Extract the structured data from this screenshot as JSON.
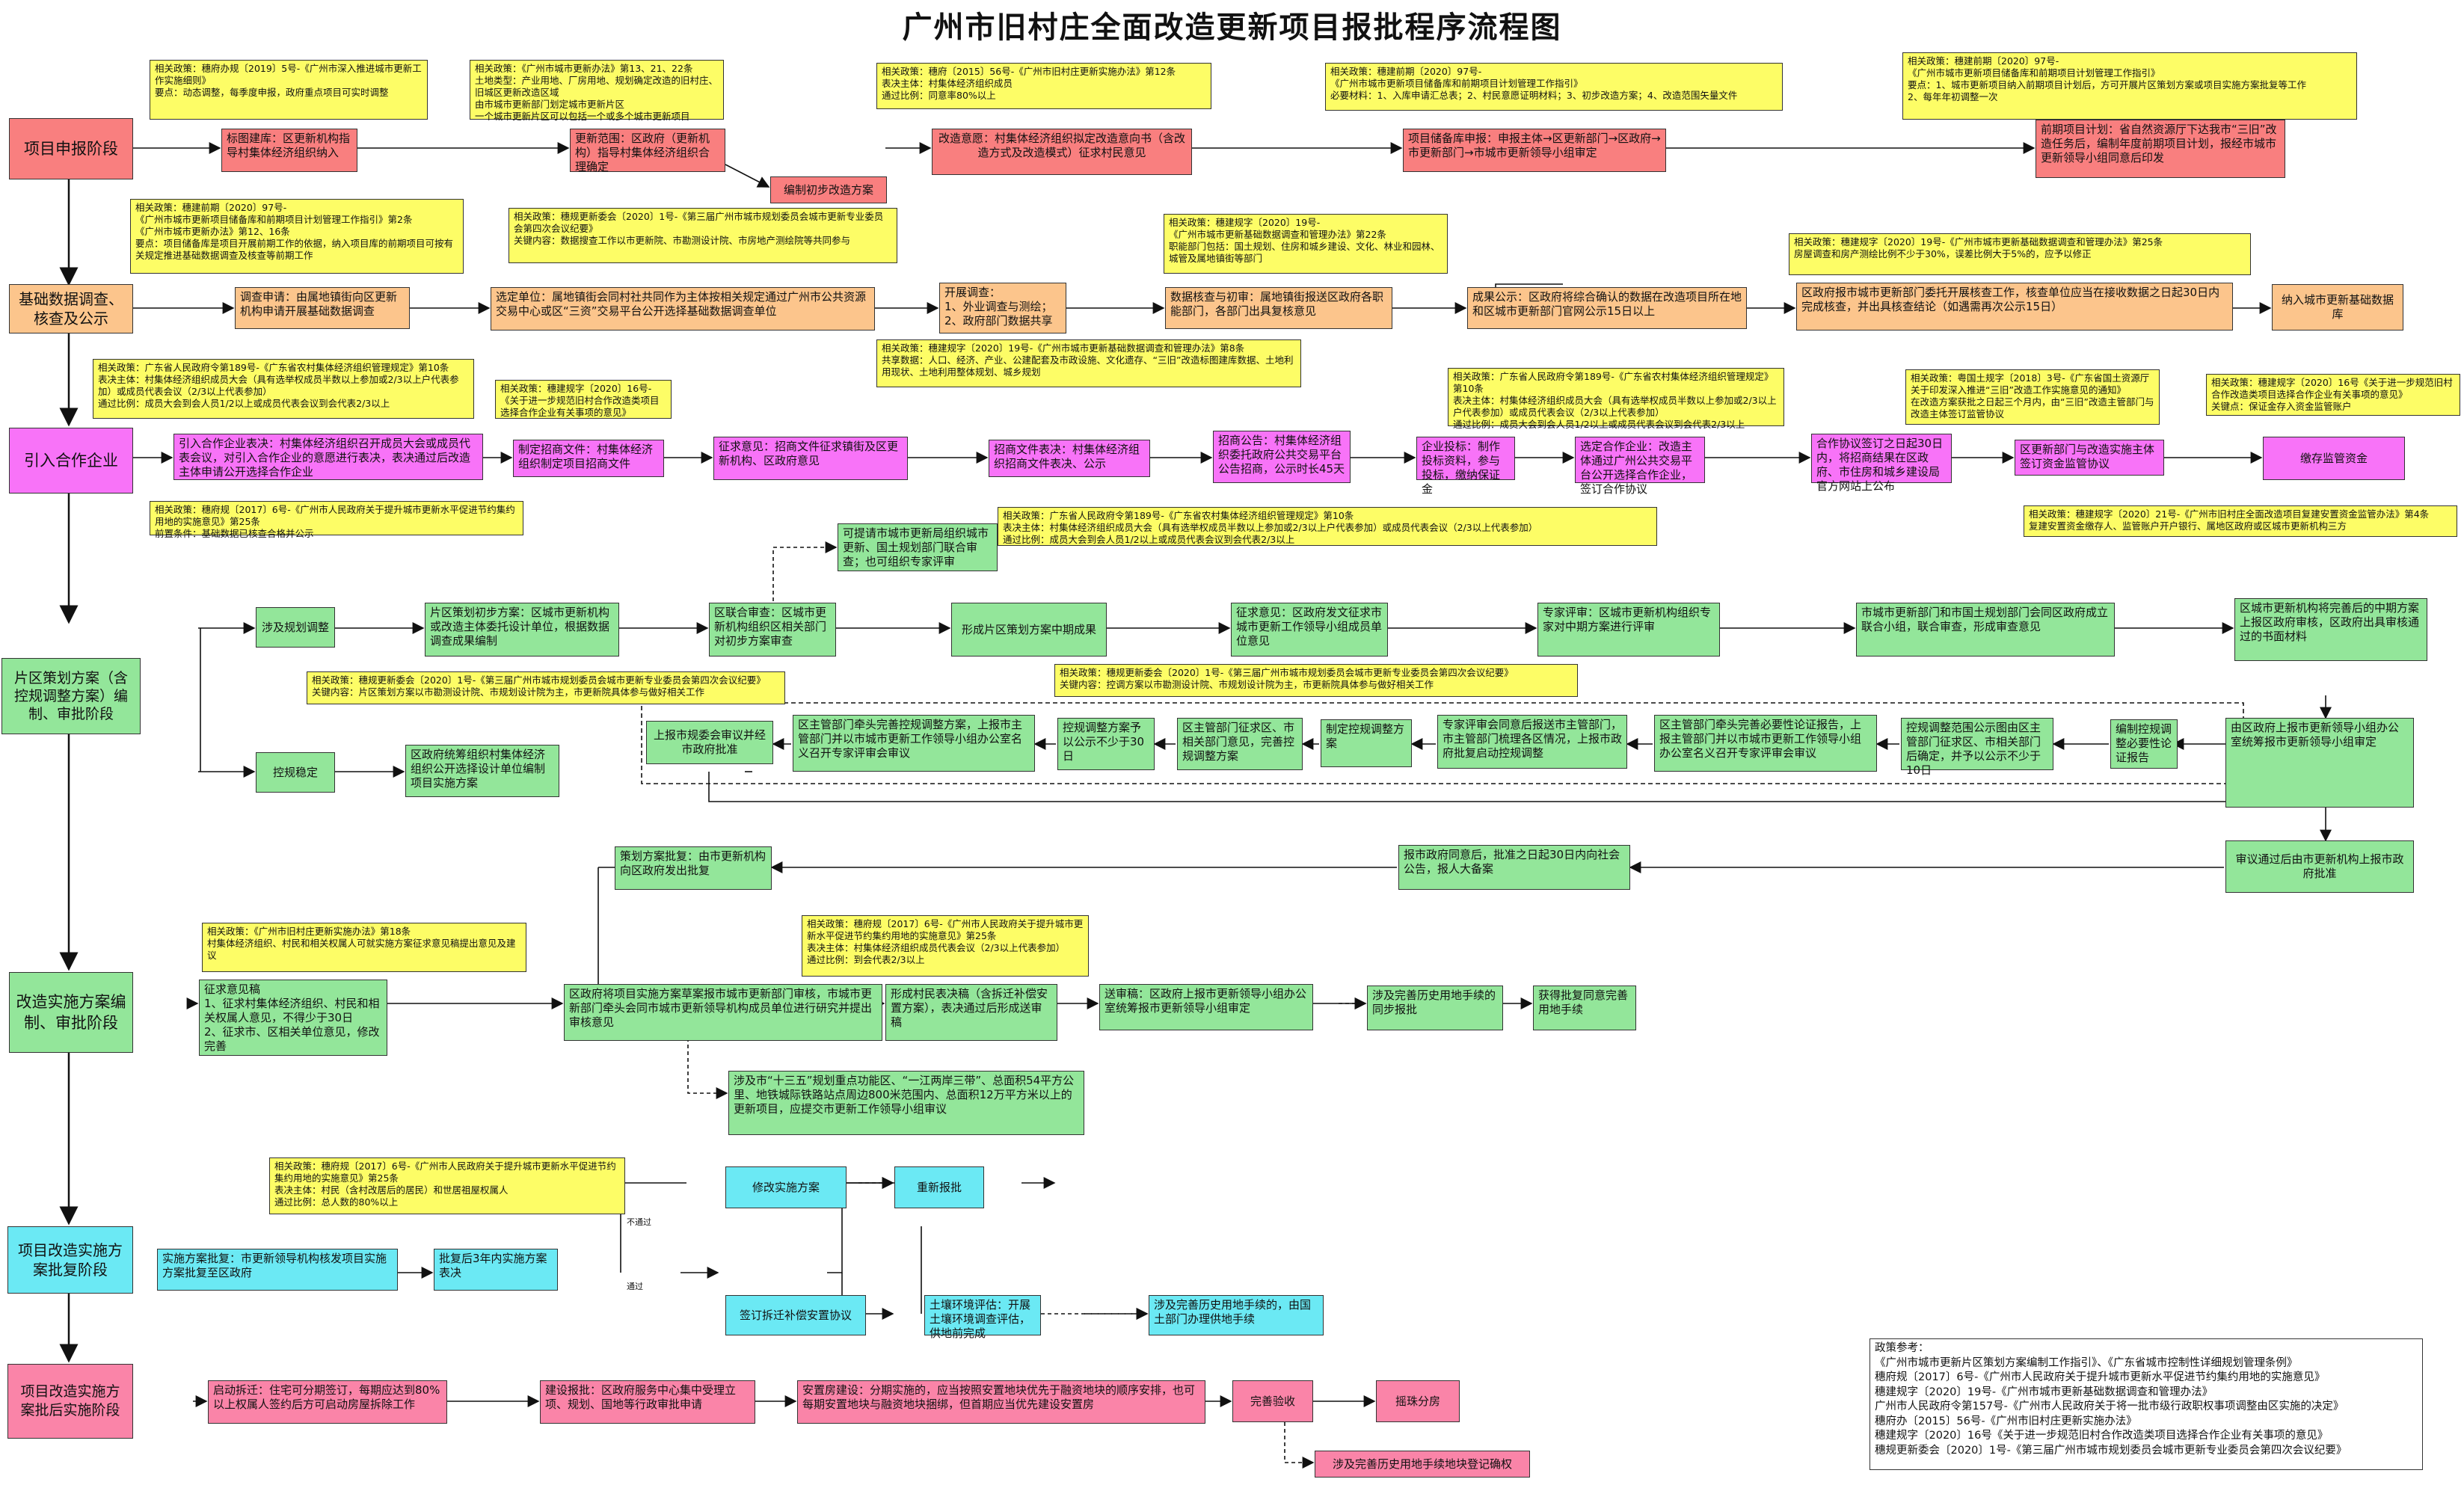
{
  "title": "广州市旧村庄全面改造更新项目报批程序流程图",
  "stages": {
    "s1": "项目申报阶段",
    "s2": "基础数据调查、核查及公示",
    "s3": "引入合作企业",
    "s4": "片区策划方案（含控规调整方案）编制、审批阶段",
    "s5": "改造实施方案编制、审批阶段",
    "s6": "项目改造实施方案批复阶段",
    "s7": "项目改造实施方案批后实施阶段"
  },
  "r1": {
    "b1": "标图建库：区更新机构指导村集体经济组织纳入",
    "b2": "更新范围：区政府（更新机构）指导村集体经济组织合理确定",
    "b3": "编制初步改造方案",
    "b4": "改造意愿：村集体经济组织拟定改造意向书（含改造方式及改造模式）征求村民意见",
    "b5": "项目储备库申报：申报主体→区更新部门→区政府→市更新部门→市城市更新领导小组审定",
    "b6": "前期项目计划：省自然资源厅下达我市“三旧”改造任务后，编制年度前期项目计划，报经市城市更新领导小组同意后印发",
    "n1": "相关政策：穗府办规〔2019〕5号-《广州市深入推进城市更新工作实施细则》\n要点：动态调整，每季度申报，政府重点项目可实时调整",
    "n2": "相关政策：《广州市城市更新办法》第13、21、22条\n土地类型：产业用地、厂房用地、规划确定改造的旧村庄、旧城区更新改造区域\n由市城市更新部门划定城市更新片区\n一个城市更新片区可以包括一个或多个城市更新项目",
    "n3": "相关政策：穗府〔2015〕56号-《广州市旧村庄更新实施办法》第12条\n表决主体：村集体经济组织成员\n通过比例：同意率80%以上",
    "n4": "相关政策：穗建前期〔2020〕97号-\n《广州市城市更新项目储备库和前期项目计划管理工作指引》\n必要材料：1、入库申请汇总表；2、村民意愿证明材料；3、初步改造方案；4、改造范围矢量文件",
    "n5": "相关政策：穗建前期〔2020〕97号-\n《广州市城市更新项目储备库和前期项目计划管理工作指引》\n要点：1、城市更新项目纳入前期项目计划后，方可开展片区策划方案或项目实施方案批复等工作\n        2、每年年初调整一次"
  },
  "r2": {
    "b1": "调查申请：由属地镇街向区更新机构申请开展基础数据调查",
    "b2": "选定单位：属地镇街会同村社共同作为主体按相关规定通过广州市公共资源交易中心或区“三资”交易平台公开选择基础数据调查单位",
    "b3": "开展调查：\n1、外业调查与测绘；\n2、政府部门数据共享",
    "b4": "数据核查与初审：属地镇街报送区政府各职能部门，各部门出具复核意见",
    "b5": "成果公示：区政府将综合确认的数据在改造项目所在地和区城市更新部门官网公示15日以上",
    "b6": "区政府报市城市更新部门委托开展核查工作，核查单位应当在接收数据之日起30日内完成核查，并出具核查结论（如遇需再次公示15日）",
    "b7": "纳入城市更新基础数据库",
    "n1": "相关政策：穗建前期〔2020〕97号-\n《广州市城市更新项目储备库和前期项目计划管理工作指引》第2条\n《广州市城市更新办法》第12、16条\n要点：项目储备库是项目开展前期工作的依据，纳入项目库的前期项目可按有关规定推进基础数据调查及核查等前期工作",
    "n2": "相关政策：穗规更新委会〔2020〕1号-《第三届广州市城市规划委员会城市更新专业委员会第四次会议纪要》\n关键内容：数据搜查工作以市更新院、市勘测设计院、市房地产测绘院等共同参与",
    "n3": "相关政策：穗建规字〔2020〕19号-\n《广州市城市更新基础数据调查和管理办法》第22条\n职能部门包括：国土规划、住房和城乡建设、文化、林业和园林、城管及属地镇街等部门",
    "n4": "相关政策：穗建规字〔2020〕19号-《广州市城市更新基础数据调查和管理办法》第25条\n房屋调查和房产测绘比例不少于30%，误差比例大于5%的，应予以修正",
    "n5": "相关政策：穗建规字〔2020〕19号-《广州市城市更新基础数据调查和管理办法》第8条\n共享数据：人口、经济、产业、公建配套及市政设施、文化遗存、“三旧”改造标图建库数据、土地利用现状、土地利用整体规划、城乡规划"
  },
  "r3": {
    "b1": "引入合作企业表决：村集体经济组织召开成员大会或成员代表会议，对引入合作企业的意愿进行表决，表决通过后改造主体申请公开选择合作企业",
    "b2": "制定招商文件：村集体经济组织制定项目招商文件",
    "b3": "征求意见：招商文件征求镇街及区更新机构、区政府意见",
    "b4": "招商文件表决：村集体经济组织招商文件表决、公示",
    "b5": "招商公告：村集体经济组织委托政府公共交易平台公告招商，公示时长45天",
    "b6": "企业投标：制作投标资料，参与投标，缴纳保证金",
    "b7": "选定合作企业：改造主体通过广州公共交易平台公开选择合作企业，签订合作协议",
    "b8": "合作协议签订之日起30日内，将招商结果在区政府、市住房和城乡建设局官方网站上公布",
    "b9": "区更新部门与改造实施主体签订资金监管协议",
    "b10": "缴存监管资金",
    "n1": "相关政策：广东省人民政府令第189号-《广东省农村集体经济组织管理规定》第10条\n表决主体：村集体经济组织成员大会（具有选举权成员半数以上参加或2/3以上户代表参加）或成员代表会议（2/3以上代表参加）\n通过比例：成员大会到会人员1/2以上或成员代表会议到会代表2/3以上",
    "n2": "相关政策：穗建规字〔2020〕16号-\n《关于进一步规范旧村合作改造类项目选择合作企业有关事项的意见》",
    "n3": "相关政策：广东省人民政府令第189号-《广东省农村集体经济组织管理规定》第10条\n表决主体：村集体经济组织成员大会（具有选举权成员半数以上参加或2/3以上户代表参加）或成员代表会议（2/3以上代表参加）\n通过比例：成员大会到会人员1/2以上或成员代表会议到会代表2/3以上",
    "n4": "相关政策：粤国土规字〔2018〕3号-《广东省国土资源厅关于印发深入推进“三旧”改造工作实施意见的通知》\n在改造方案获批之日起三个月内，由“三旧”改造主管部门与改造主体签订监管协议",
    "n5": "相关政策：穗建规字〔2020〕16号《关于进一步规范旧村合作改造类项目选择合作企业有关事项的意见》\n关键点：保证金存入资金监管账户",
    "n6": "相关政策：穗府规〔2017〕6号-《广州市人民政府关于提升城市更新水平促进节约集约用地的实施意见》第25条\n前置条件：基础数据已核查合格并公示",
    "n7": "相关政策：广东省人民政府令第189号-《广东省农村集体经济组织管理规定》第10条\n表决主体：村集体经济组织成员大会（具有选举权成员半数以上参加或2/3以上户代表参加）或成员代表会议（2/3以上代表参加）\n通过比例：成员大会到会人员1/2以上或成员代表会议到会代表2/3以上",
    "n8": "相关政策：穗建规字〔2020〕21号-《广州市旧村庄全面改造项目复建安置资金监管办法》第4条\n复建安置资金缴存人、监管账户开户银行、属地区政府或区城市更新机构三方"
  },
  "r4": {
    "b1": "可提请市城市更新局组织城市更新、国土规划部门联合审查；也可组织专家评审",
    "b2": "涉及规划调整",
    "b3": "片区策划初步方案：区城市更新机构或改造主体委托设计单位，根据数据调查成果编制",
    "b4": "区联合审查：区城市更新机构组织区相关部门对初步方案审查",
    "b5": "形成片区策划方案中期成果",
    "b6": "征求意见：区政府发文征求市城市更新工作领导小组成员单位意见",
    "b7": "专家评审：区城市更新机构组织专家对中期方案进行评审",
    "b8": "市城市更新部门和市国土规划部门会同区政府成立联合小组，联合审查，形成审查意见",
    "b9": "区城市更新机构将完善后的中期方案上报区政府审核，区政府出具审核通过的书面材料",
    "b10": "由区政府上报市更新领导小组办公室统筹报市更新领导小组审定",
    "b11": "编制控规调整必要性论证报告",
    "b12": "控规调整范围公示图由区主管部门征求区、市相关部门后确定，并予以公示不少于10日",
    "b13": "区主管部门牵头完善必要性论证报告，上报主管部门并以市城市更新工作领导小组办公室名义召开专家评审会审议",
    "b14": "专家评审会同意后报送市主管部门，市主管部门梳理各区情况，上报市政府批复启动控规调整",
    "b15": "制定控规调整方案",
    "b16": "区主管部门征求区、市相关部门意见，完善控规调整方案",
    "b17": "控规调整方案予以公示不少于30日",
    "b18": "区主管部门牵头完善控规调整方案，上报市主管部门并以市城市更新工作领导小组办公室名义召开专家评审会审议",
    "b19": "上报市规委会审议并经市政府批准",
    "b20": "控规稳定",
    "b21": "区政府统筹组织村集体经济组织公开选择设计单位编制项目实施方案",
    "b22": "策划方案批复：由市更新机构向区政府发出批复",
    "b23": "报市政府同意后，批准之日起30日内向社会公告，报人大备案",
    "b24": "审议通过后由市更新机构上报市政府批准",
    "n1": "相关政策：穗规更新委会〔2020〕1号-《第三届广州市城市规划委员会城市更新专业委员会第四次会议纪要》\n关键内容：片区策划方案以市勘测设计院、市规划设计院为主，市更新院具体参与做好相关工作",
    "n2": "相关政策：穗规更新委会〔2020〕1号-《第三届广州市城市规划委员会城市更新专业委员会第四次会议纪要》\n关键内容：控调方案以市勘测设计院、市规划设计院为主，市更新院具体参与做好相关工作"
  },
  "r5": {
    "b1": "征求意见稿\n1、征求村集体经济组织、村民和相关权属人意见，不得少于30日\n2、征求市、区相关单位意见，修改完善",
    "b2": "区政府将项目实施方案草案报市城市更新部门审核，市城市更新部门牵头会同市城市更新领导机构成员单位进行研究并提出审核意见",
    "b3": "形成村民表决稿（含拆迁补偿安置方案），表决通过后形成送审稿",
    "b4": "送审稿：区政府上报市更新领导小组办公室统筹报市更新领导小组审定",
    "b5": "涉及完善历史用地手续的同步报批",
    "b6": "获得批复同意完善用地手续",
    "b7": "涉及市“十三五”规划重点功能区、“一江两岸三带”、总面积54平方公里、地铁城际铁路站点周边800米范围内、总面积12万平方米以上的更新项目，应提交市更新工作领导小组审议",
    "n1": "相关政策：《广州市旧村庄更新实施办法》第18条\n村集体经济组织、村民和相关权属人可就实施方案征求意见稿提出意见及建议",
    "n2": "相关政策：穗府规〔2017〕6号-《广州市人民政府关于提升城市更新水平促进节约集约用地的实施意见》第25条\n表决主体：村集体经济组织成员代表会议（2/3以上代表参加）\n通过比例：到会代表2/3以上"
  },
  "r6": {
    "b1": "实施方案批复：市更新领导机构核发项目实施方案批复至区政府",
    "b2": "批复后3年内实施方案表决",
    "b3": "修改实施方案",
    "b4": "重新报批",
    "b5": "签订拆迁补偿安置协议",
    "b6": "土壤环境评估：开展土壤环境调查评估，供地前完成",
    "b7": "涉及完善历史用地手续的，由国土部门办理供地手续",
    "l1": "不通过",
    "l2": "通过",
    "n1": "相关政策：穗府规〔2017〕6号-《广州市人民政府关于提升城市更新水平促进节约集约用地的实施意见》第25条\n表决主体：村民（含村改居后的居民）和世居祖屋权属人\n通过比例：总人数的80%以上"
  },
  "r7": {
    "b1": "启动拆迁：住宅可分期签订，每期应达到80%以上权属人签约后方可启动房屋拆除工作",
    "b2": "建设报批：区政府服务中心集中受理立项、规划、国地等行政审批申请",
    "b3": "安置房建设：分期实施的，应当按照安置地块优先于融资地块的顺序安排，也可每期安置地块与融资地块捆绑，但首期应当优先建设安置房",
    "b4": "完善验收",
    "b5": "摇珠分房",
    "b6": "涉及完善历史用地手续地块登记确权"
  },
  "refs": "政策参考：\n《广州市城市更新片区策划方案编制工作指引》、《广东省城市控制性详细规划管理条例》\n穗府规〔2017〕6号-《广州市人民政府关于提升城市更新水平促进节约集约用地的实施意见》\n穗建规字〔2020〕19号-《广州市城市更新基础数据调查和管理办法》\n广州市人民政府令第157号-《广州市人民政府关于将一批市级行政职权事项调整由区实施的决定》\n穗府办〔2015〕56号-《广州市旧村庄更新实施办法》\n穗建规字〔2020〕16号《关于进一步规范旧村合作改造类项目选择合作企业有关事项的意见》\n穗规更新委会〔2020〕1号-《第三届广州市城市规划委员会城市更新专业委员会第四次会议纪要》"
}
